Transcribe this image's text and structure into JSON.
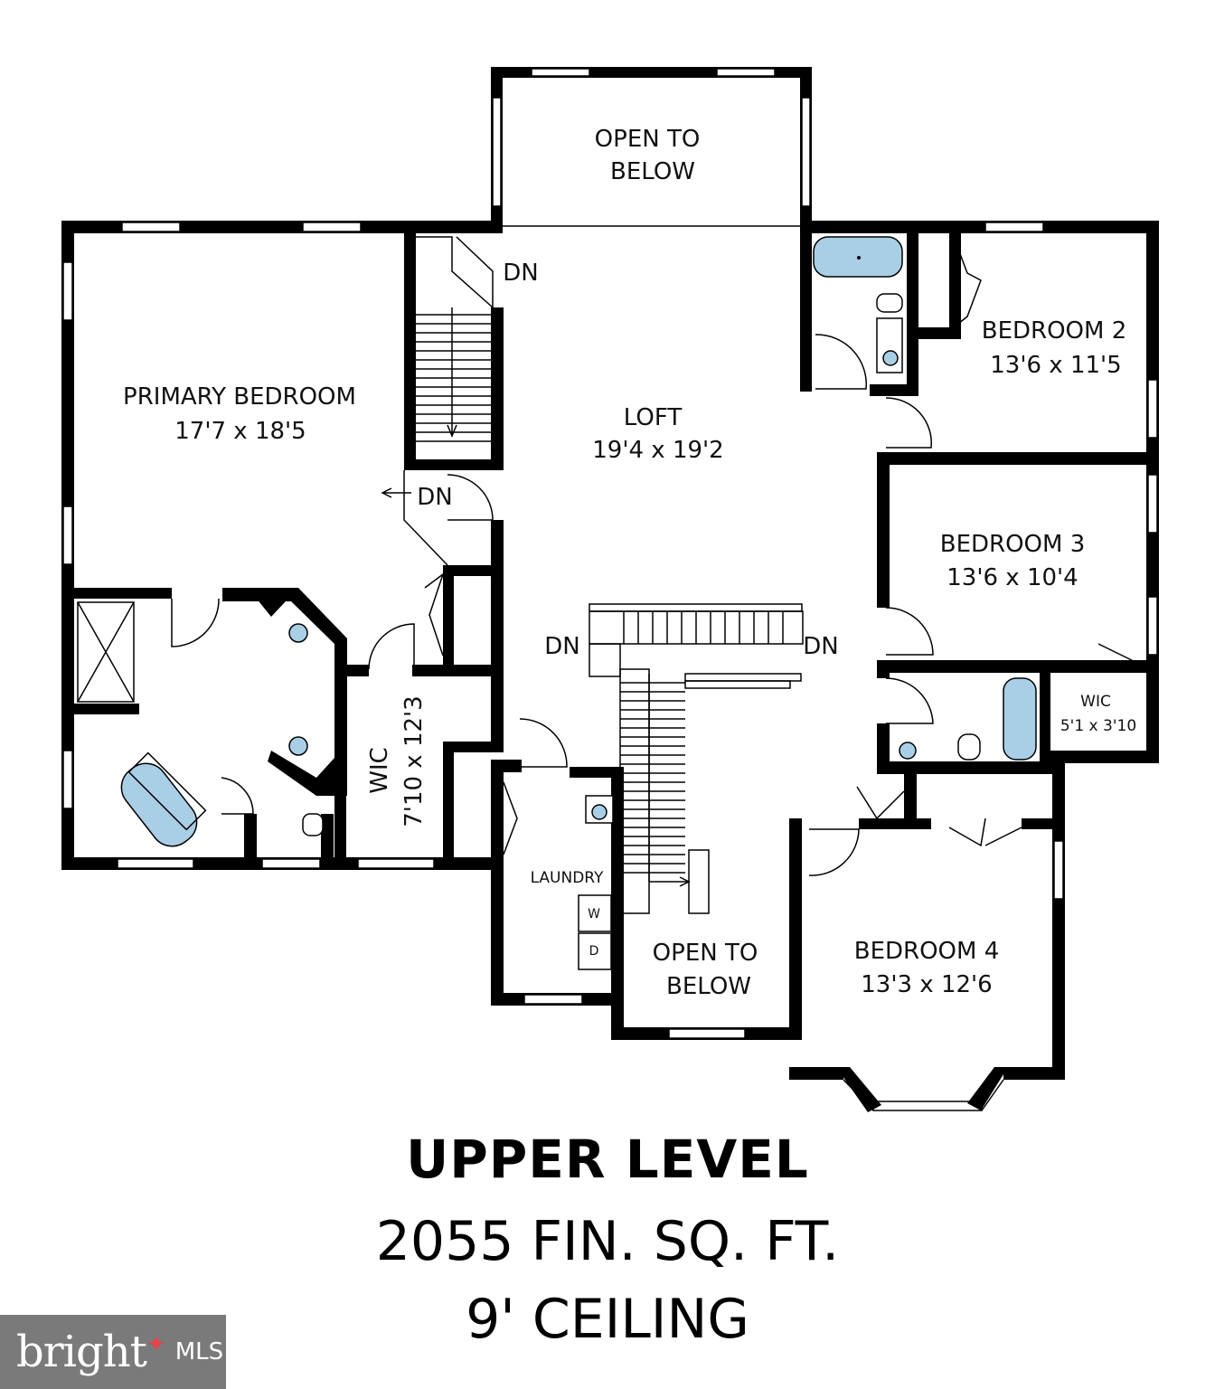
{
  "rooms": {
    "open_top": {
      "line1": "OPEN TO",
      "line2": "BELOW"
    },
    "loft": {
      "name": "LOFT",
      "size": "19'4 x 19'2"
    },
    "primary": {
      "name": "PRIMARY BEDROOM",
      "size": "17'7 x 18'5"
    },
    "bedroom2": {
      "name": "BEDROOM 2",
      "size": "13'6 x 11'5"
    },
    "bedroom3": {
      "name": "BEDROOM 3",
      "size": "13'6 x 10'4"
    },
    "bedroom4": {
      "name": "BEDROOM 4",
      "size": "13'3 x 12'6"
    },
    "wic_primary": {
      "name": "WIC",
      "size": "7'10 x 12'3"
    },
    "wic_small": {
      "name": "WIC",
      "size": "5'1 x 3'10"
    },
    "laundry": {
      "name": "LAUNDRY",
      "washer": "W",
      "dryer": "D"
    },
    "open_bottom": {
      "line1": "OPEN TO",
      "line2": "BELOW"
    }
  },
  "stair_labels": {
    "dn": "DN"
  },
  "caption": {
    "title": "UPPER LEVEL",
    "area": "2055 FIN. SQ. FT.",
    "ceiling": "9' CEILING"
  },
  "logo": {
    "word": "bright",
    "mls": "MLS",
    "accent_color": "#e8424a",
    "bg_color": "#7a7a7a"
  }
}
